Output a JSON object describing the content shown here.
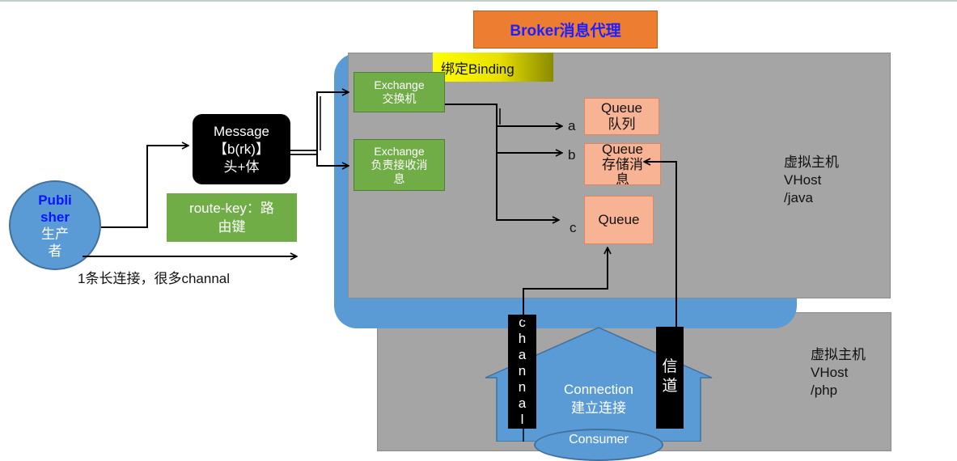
{
  "broker": {
    "label": "Broker消息代理"
  },
  "binding": {
    "label": "绑定Binding"
  },
  "exchange_top": {
    "line1": "Exchange",
    "line2": "交换机"
  },
  "exchange_bottom": {
    "line1": "Exchange",
    "line2": "负责接收消",
    "line3": "息"
  },
  "message": {
    "line1": "Message",
    "line2": "【b(rk)】",
    "line3": "头+体"
  },
  "route_key": {
    "line1": "route-key：路",
    "line2": "由键"
  },
  "publisher": {
    "line1": "Publi",
    "line2": "sher",
    "line3": "生产",
    "line4": "者"
  },
  "connection_note": "1条长连接，很多channal",
  "queues": [
    {
      "key": "a",
      "line1": "Queue",
      "line2": "队列",
      "line3": ""
    },
    {
      "key": "b",
      "line1": "Queue",
      "line2": "存储消",
      "line3": "息"
    },
    {
      "key": "c",
      "line1": "Queue",
      "line2": "",
      "line3": ""
    }
  ],
  "vhost_java": {
    "line1": "虚拟主机",
    "line2": "VHost",
    "line3": "/java"
  },
  "vhost_php": {
    "line1": "虚拟主机",
    "line2": "VHost",
    "line3": "/php"
  },
  "channel_left": {
    "chars": [
      "c",
      "h",
      "a",
      "n",
      "n",
      "a",
      "l"
    ]
  },
  "channel_right": {
    "chars": [
      "信",
      "道"
    ]
  },
  "connection": {
    "line1": "Connection",
    "line2": "建立连接"
  },
  "consumer": {
    "label": "Consumer"
  },
  "colors": {
    "vhost": "#a5a5a5",
    "broker": "#ed7d31",
    "exchange": "#70ad47",
    "queue": "#f8b294",
    "publisher": "#5b9bd5",
    "binding": "#ffff00"
  }
}
